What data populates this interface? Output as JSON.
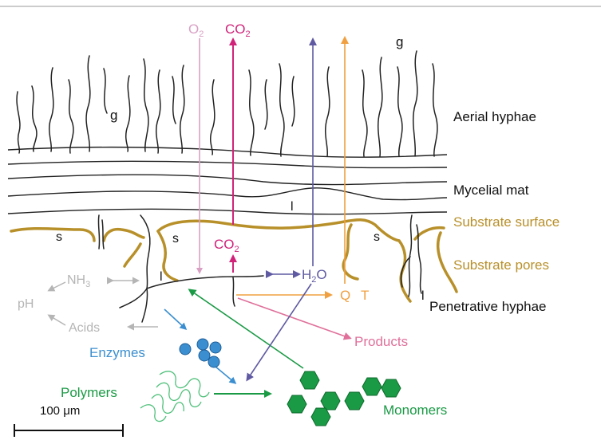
{
  "labels": {
    "o2": "O",
    "o2_sub": "2",
    "co2_top": "CO",
    "co2_top_sub": "2",
    "co2_mid": "CO",
    "co2_mid_sub": "2",
    "h2o_h": "H",
    "h2o_sub": "2",
    "h2o_o": "O",
    "nh3": "NH",
    "nh3_sub": "3",
    "ph": "pH",
    "acids": "Acids",
    "enzymes": "Enzymes",
    "polymers": "Polymers",
    "monomers": "Monomers",
    "products": "Products",
    "q": "Q",
    "t": "T",
    "g_left": "g",
    "g_right": "g",
    "l_mat": "l",
    "l_left": "l",
    "l_right": "l",
    "s_left": "s",
    "s_mid": "s",
    "s_right": "s",
    "aerial_hyphae": "Aerial hyphae",
    "mycelial_mat": "Mycelial mat",
    "substrate_surface": "Substrate surface",
    "substrate_pores": "Substrate pores",
    "penetrative_hyphae": "Penetrative hyphae",
    "scale_bar": "100 μm"
  },
  "colors": {
    "o2": "#d9a0c4",
    "co2": "#d1237a",
    "h2o": "#5f5aa2",
    "heat": "#f0a040",
    "substrate": "#b8902a",
    "grey_text": "#b5b5b5",
    "enzymes": "#3b8fd0",
    "green": "#1a9a45",
    "products": "#e0709a"
  }
}
